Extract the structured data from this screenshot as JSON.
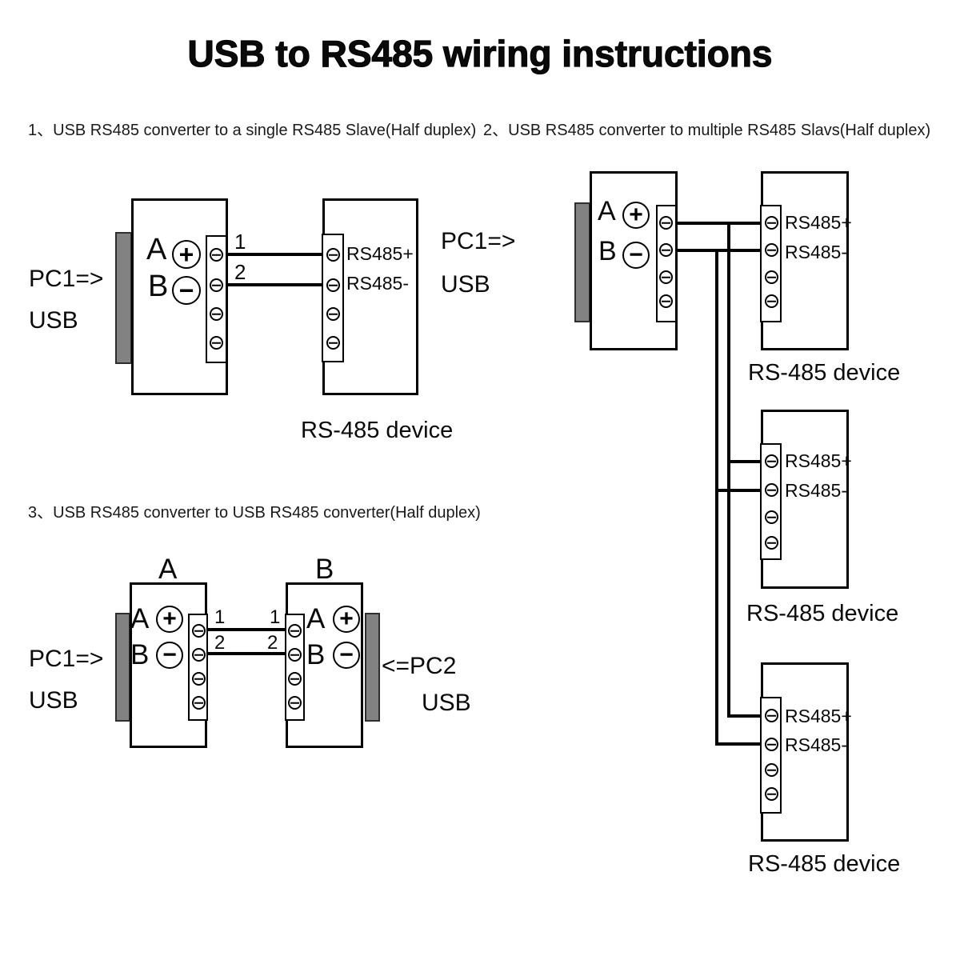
{
  "title": "USB to RS485 wiring instructions",
  "colors": {
    "line": "#000000",
    "usb_plug": "#828282",
    "background": "#ffffff"
  },
  "d1": {
    "caption": "1、USB RS485 converter to a single RS485 Slave(Half duplex)",
    "pc_left1": "PC1=>",
    "pc_left2": "USB",
    "a": "A",
    "b": "B",
    "plus": "+",
    "minus": "−",
    "wire1": "1",
    "wire2": "2",
    "rs485_plus": "RS485+",
    "rs485_minus": "RS485-",
    "pc_right1": "PC1=>",
    "pc_right2": "USB",
    "device_caption": "RS-485 device"
  },
  "d2": {
    "caption": "2、USB RS485 converter to multiple RS485 Slavs(Half duplex)",
    "a": "A",
    "b": "B",
    "plus": "+",
    "minus": "−",
    "devices": [
      {
        "rs485_plus": "RS485+",
        "rs485_minus": "RS485-",
        "caption": "RS-485 device"
      },
      {
        "rs485_plus": "RS485+",
        "rs485_minus": "RS485-",
        "caption": "RS-485 device"
      },
      {
        "rs485_plus": "RS485+",
        "rs485_minus": "RS485-",
        "caption": "RS-485 device"
      }
    ]
  },
  "d3": {
    "caption": "3、USB RS485 converter to USB RS485 converter(Half duplex)",
    "conv_a_title": "A",
    "conv_b_title": "B",
    "pc_left1": "PC1=>",
    "pc_left2": "USB",
    "pc_right1": "<=PC2",
    "pc_right2": "USB",
    "a_unit": {
      "a": "A",
      "b": "B",
      "plus": "+",
      "minus": "−"
    },
    "b_unit": {
      "a": "A",
      "b": "B",
      "plus": "+",
      "minus": "−"
    },
    "labels": {
      "a1": "1",
      "a2": "2",
      "b1": "1",
      "b2": "2"
    }
  }
}
